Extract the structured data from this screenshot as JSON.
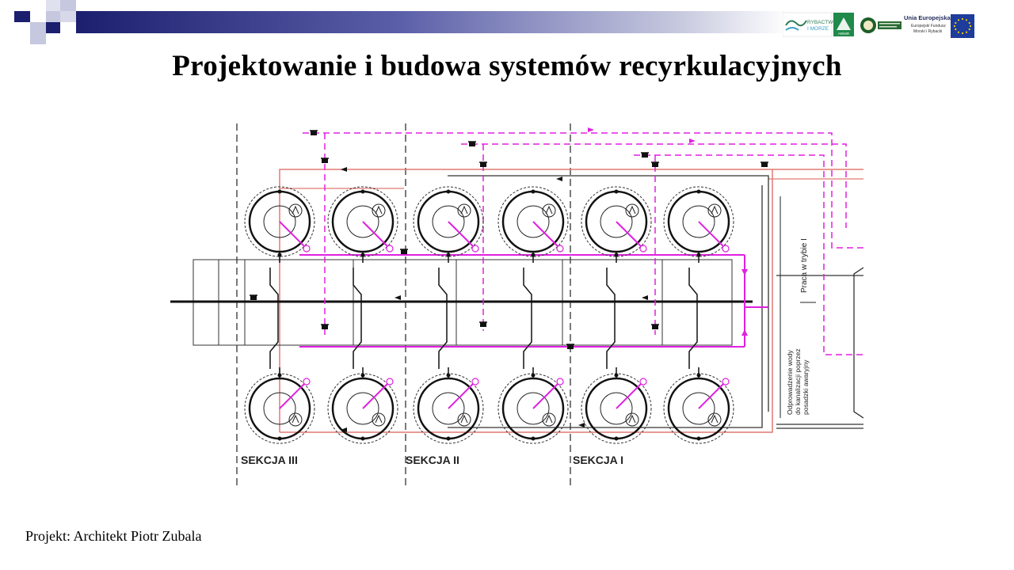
{
  "slide": {
    "title": "Projektowanie i budowa systemów recyrkulacyjnych",
    "credit": "Projekt: Architekt  Piotr Zubala"
  },
  "logos": {
    "rybactwo_line1": "RYBACTWO",
    "rybactwo_line2": "I MORZE",
    "arimr": "ARiMR",
    "eu_title": "Unia Europejska",
    "eu_fund_line1": "Europejski Fundusz",
    "eu_fund_line2": "Morski i Rybacki"
  },
  "diagram": {
    "sections": [
      "SEKCJA III",
      "SEKCJA II",
      "SEKCJA I"
    ],
    "label_mode": "Praca w trybie I",
    "label_outlet_line1": "Odprowadzenie wody",
    "label_outlet_line2": "do kanalizacji poprzez",
    "label_outlet_line3": "posadzki awaryjny"
  },
  "colors": {
    "header_dark": "#1b1f6e",
    "header_mid": "#5a5ea8",
    "header_light": "#b9bcd8",
    "magenta": "#e020e0",
    "salmon": "#e07a72",
    "line": "#1a1a1a"
  }
}
